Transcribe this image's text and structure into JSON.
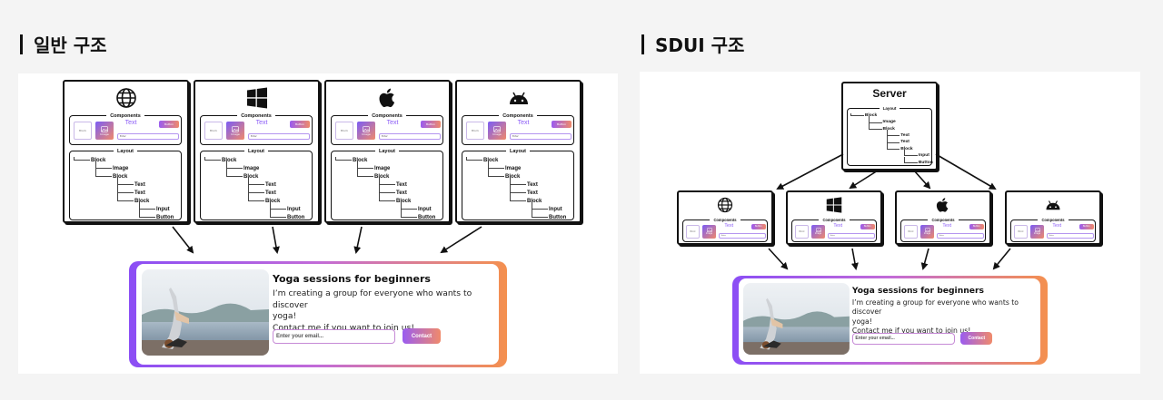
{
  "left_section": {
    "title": "일반 구조"
  },
  "right_section": {
    "title": "SDUI 구조"
  },
  "platforms": [
    {
      "name": "web",
      "icon": "globe-icon"
    },
    {
      "name": "windows",
      "icon": "windows-logo-icon"
    },
    {
      "name": "ios",
      "icon": "apple-logo-icon"
    },
    {
      "name": "android",
      "icon": "android-logo-icon"
    }
  ],
  "components_panel": {
    "label": "Components",
    "block_label": "Block",
    "image_label": "Image",
    "text_label": "Text",
    "button_label": "Button",
    "input_label": "Enter your email..."
  },
  "layout_panel": {
    "label": "Layout"
  },
  "layout_tree": [
    {
      "label": "Block",
      "depth": 0
    },
    {
      "label": "Image",
      "depth": 1
    },
    {
      "label": "Block",
      "depth": 1
    },
    {
      "label": "Text",
      "depth": 2
    },
    {
      "label": "Text",
      "depth": 2
    },
    {
      "label": "Block",
      "depth": 2
    },
    {
      "label": "Input",
      "depth": 3
    },
    {
      "label": "Button",
      "depth": 3
    }
  ],
  "server": {
    "title": "Server"
  },
  "card": {
    "title": "Yoga sessions for beginners",
    "description_line1": "I’m creating a group for everyone who wants to discover",
    "description_line2": "yoga!",
    "description_line3": "Contact me if you want to join us!",
    "input_placeholder": "Enter your email...",
    "button_label": "Contact"
  },
  "colors": {
    "accent_purple": "#8b4ef5",
    "accent_orange": "#f4904f",
    "text_purple": "#8b5cf6"
  }
}
